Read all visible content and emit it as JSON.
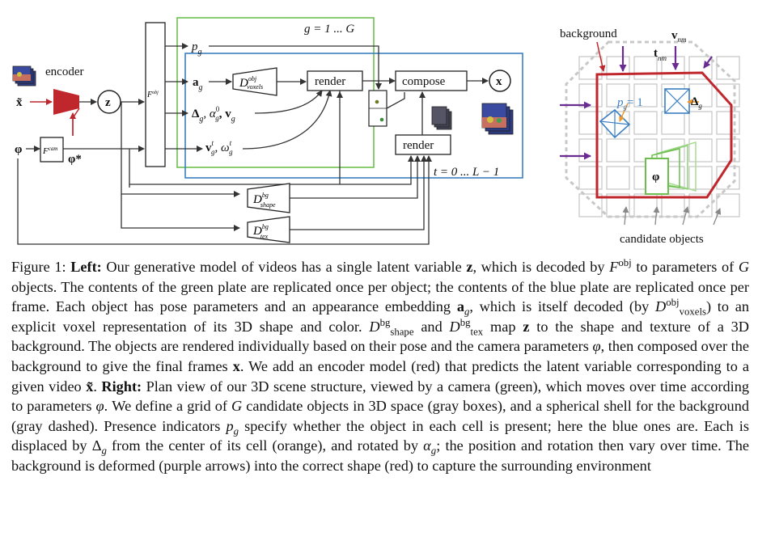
{
  "diagram_left": {
    "encoder_label": "encoder",
    "z_label": "z",
    "x_tilde_label": "x̃",
    "phi_label": "φ",
    "phi_star_label": "φ*",
    "fcam_label": "F",
    "fcam_sup": "cam",
    "fobj_label": "F",
    "fobj_sup": "obj",
    "g_plate_label": "g = 1 ... G",
    "t_plate_label": "t = 0 ... L − 1",
    "pg_label": "p",
    "pg_sub": "g",
    "ag_label": "a",
    "ag_sub": "g",
    "dvox_label": "D",
    "dvox_sup": "obj",
    "dvox_sub": "voxels",
    "delta_label": "Δ",
    "delta_rest": ", α",
    "delta_rest_sup": "0",
    "delta_rest_sub": "g",
    "delta_v": ", v",
    "delta_v_sub": "g",
    "vt_label": "v",
    "vt_sup": "t",
    "vt_sub": "g",
    "omega_label": ", ω",
    "omega_sup": "t",
    "omega_sub": "g",
    "render1": "render",
    "render2": "render",
    "compose": "compose",
    "x_out": "x",
    "dshape_label": "D",
    "dshape_sup": "bg",
    "dshape_sub": "shape",
    "dtex_label": "D",
    "dtex_sup": "bg",
    "dtex_sub": "tex"
  },
  "diagram_right": {
    "background_label": "background",
    "vnm_label": "v",
    "vnm_sub": "nm",
    "tnm_label": "t",
    "tnm_sub": "nm",
    "pg_eq": "= 1",
    "pg_label": "p",
    "pg_sub": "g",
    "delta_label": "Δ",
    "delta_sub": "g",
    "phi_label": "φ",
    "candidate_label": "candidate objects"
  },
  "colors": {
    "green": "#6cbf4e",
    "blue": "#3a7fc2",
    "red": "#c0272d",
    "purple": "#6a2c91",
    "orange": "#f0962a",
    "gray": "#c8c8c8"
  },
  "caption": {
    "prefix": "Figure 1: ",
    "left_bold": "Left:",
    "t1": " Our generative model of videos has a single latent variable ",
    "t1_z": "z",
    "t1b": ", which is decoded by ",
    "t2_F": "F",
    "t2_sup": "obj",
    "t2": " to parameters of ",
    "t2_G": "G",
    "t2b": " objects. The contents of the green plate are replicated once per object; the contents of the blue plate are replicated once per frame. Each object has pose parameters and an appearance embedding ",
    "t3_a": "a",
    "t3_sub": "g",
    "t3": ", which is itself decoded (by ",
    "t3_D": "D",
    "t3_Dsup": "obj",
    "t3_Dsub": "voxels",
    "t3b": ") to an explicit voxel representation of its 3D shape and color. ",
    "t4_D": "D",
    "t4_sup": "bg",
    "t4_sub": "shape",
    "t4": " and ",
    "t4_D2": "D",
    "t4_sup2": "bg",
    "t4_sub2": "tex",
    "t4b": " map ",
    "t4_z": "z",
    "t4c": " to the shape and texture of a 3D background. The objects are rendered individually based on their pose and the camera parameters ",
    "t5_phi": "φ",
    "t5": ", then composed over the background to give the final frames ",
    "t5_x": "x",
    "t5b": ". We add an encoder model (red) that predicts the latent variable corresponding to a given video ",
    "t5_xt": "x̃",
    "t5c": ". ",
    "right_bold": "Right:",
    "t6": " Plan view of our 3D scene structure, viewed by a camera (green), which moves over time according to parameters ",
    "t6_phi": "φ",
    "t6b": ". We define a grid of ",
    "t6_G": "G",
    "t6c": " candidate objects in 3D space (gray boxes), and a spherical shell for the background (gray dashed). Presence indicators ",
    "t7_p": "p",
    "t7_sub": "g",
    "t7": " specify whether the object in each cell is present; here the blue ones are. Each is displaced by ",
    "t7_D": "Δ",
    "t7_Dsub": "g",
    "t7b": " from the center of its cell (orange), and rotated by ",
    "t7_a": "α",
    "t7_asub": "g",
    "t7c": "; the position and rotation then vary over time. The background is deformed (purple arrows) into the correct shape (red) to capture the surrounding environment"
  }
}
